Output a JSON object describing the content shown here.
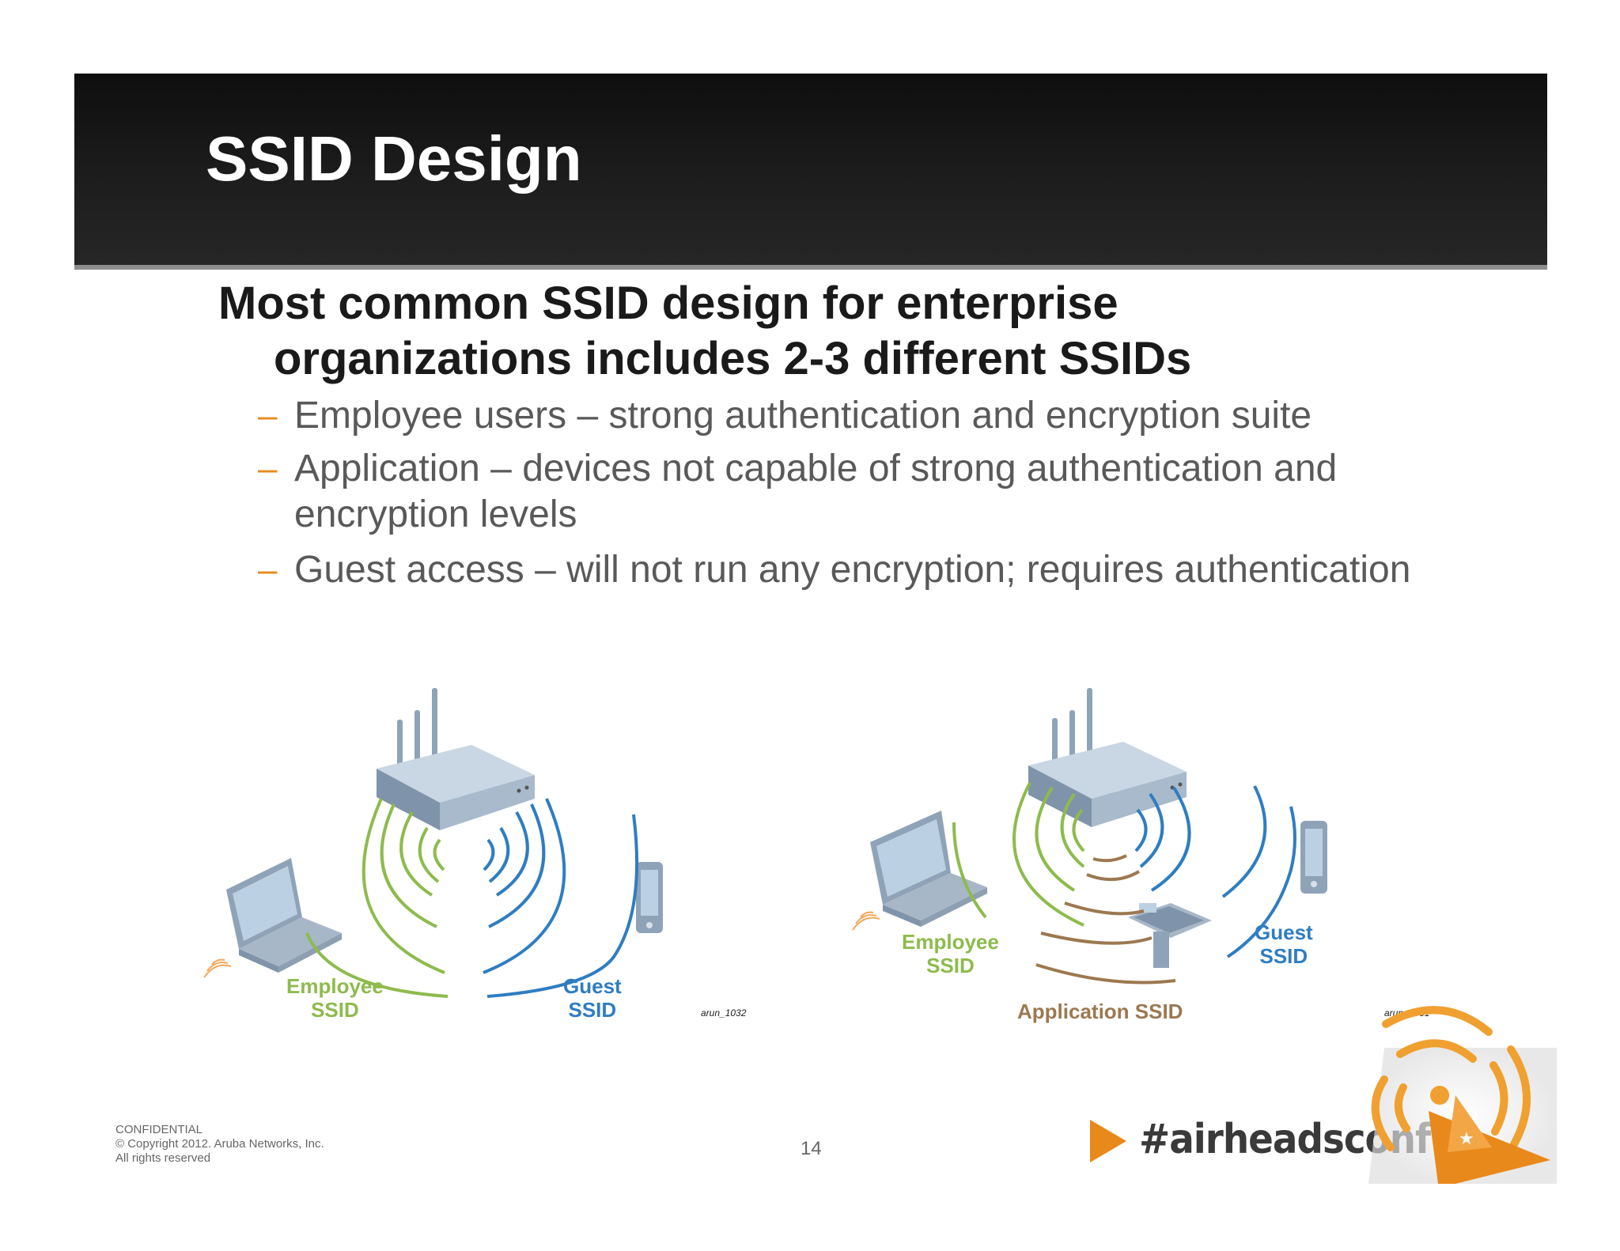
{
  "slide": {
    "title": "SSID Design",
    "main_point": {
      "line1": "Most common SSID design for enterprise",
      "line2": "organizations includes 2-3 different SSIDs"
    },
    "sub_bullets": [
      {
        "marker": "–",
        "text": "Employee users – strong authentication and encryption suite"
      },
      {
        "marker": "–",
        "text": "Application – devices not capable of strong authentication and encryption levels"
      },
      {
        "marker": "–",
        "text": "Guest access – will not run any encryption; requires authentication"
      }
    ]
  },
  "diagram_left": {
    "employee_label_1": "Employee",
    "employee_label_2": "SSID",
    "guest_label_1": "Guest",
    "guest_label_2": "SSID",
    "figure_id": "arun_1032"
  },
  "diagram_right": {
    "employee_label_1": "Employee",
    "employee_label_2": "SSID",
    "guest_label_1": "Guest",
    "guest_label_2": "SSID",
    "application_label": "Application SSID",
    "figure_id": "arun_1031"
  },
  "footer": {
    "confidential": "CONFIDENTIAL",
    "copyright": "© Copyright 2012. Aruba Networks, Inc.",
    "rights": "All rights reserved",
    "page_number": "14",
    "hashtag": "#airheadsconf"
  },
  "colors": {
    "employee": "#8dbb4d",
    "guest": "#2f7dc1",
    "application": "#9c7850",
    "accent_orange": "#e8891b"
  },
  "icons": [
    "router-icon",
    "laptop-icon",
    "smartphone-icon",
    "handheld-scanner-icon",
    "signal-waves-icon",
    "play-arrow-icon",
    "airheads-logo-icon"
  ]
}
